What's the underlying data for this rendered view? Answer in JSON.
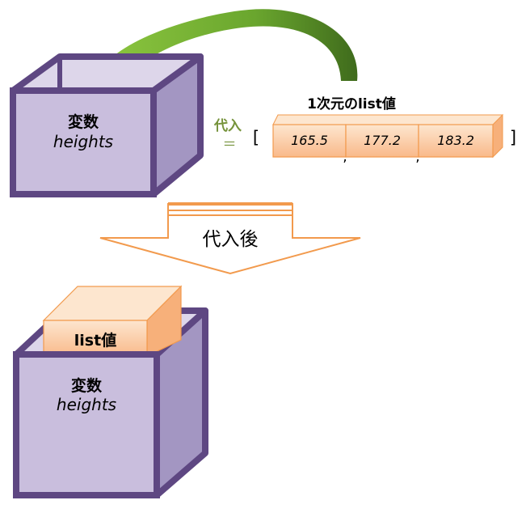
{
  "top_box": {
    "label": "変数",
    "var_name": "heights"
  },
  "assign": {
    "label": "代入",
    "symbol": "＝"
  },
  "list": {
    "title": "1次元のlist値",
    "open_bracket": "[",
    "close_bracket": "]",
    "values": [
      "165.5",
      "177.2",
      "183.2"
    ],
    "separators": [
      ",",
      ","
    ]
  },
  "after": {
    "label": "代入後"
  },
  "bottom_box": {
    "label": "変数",
    "var_name": "heights",
    "content_label": "list値"
  },
  "colors": {
    "box_front": "#c9bedd",
    "box_side": "#a396c2",
    "box_edge": "#5e4782",
    "orange_fill": "#fcd3ad",
    "orange_edge": "#f29a4d",
    "arrow_green": "#7fb53a",
    "assign_green": "#76933c"
  }
}
